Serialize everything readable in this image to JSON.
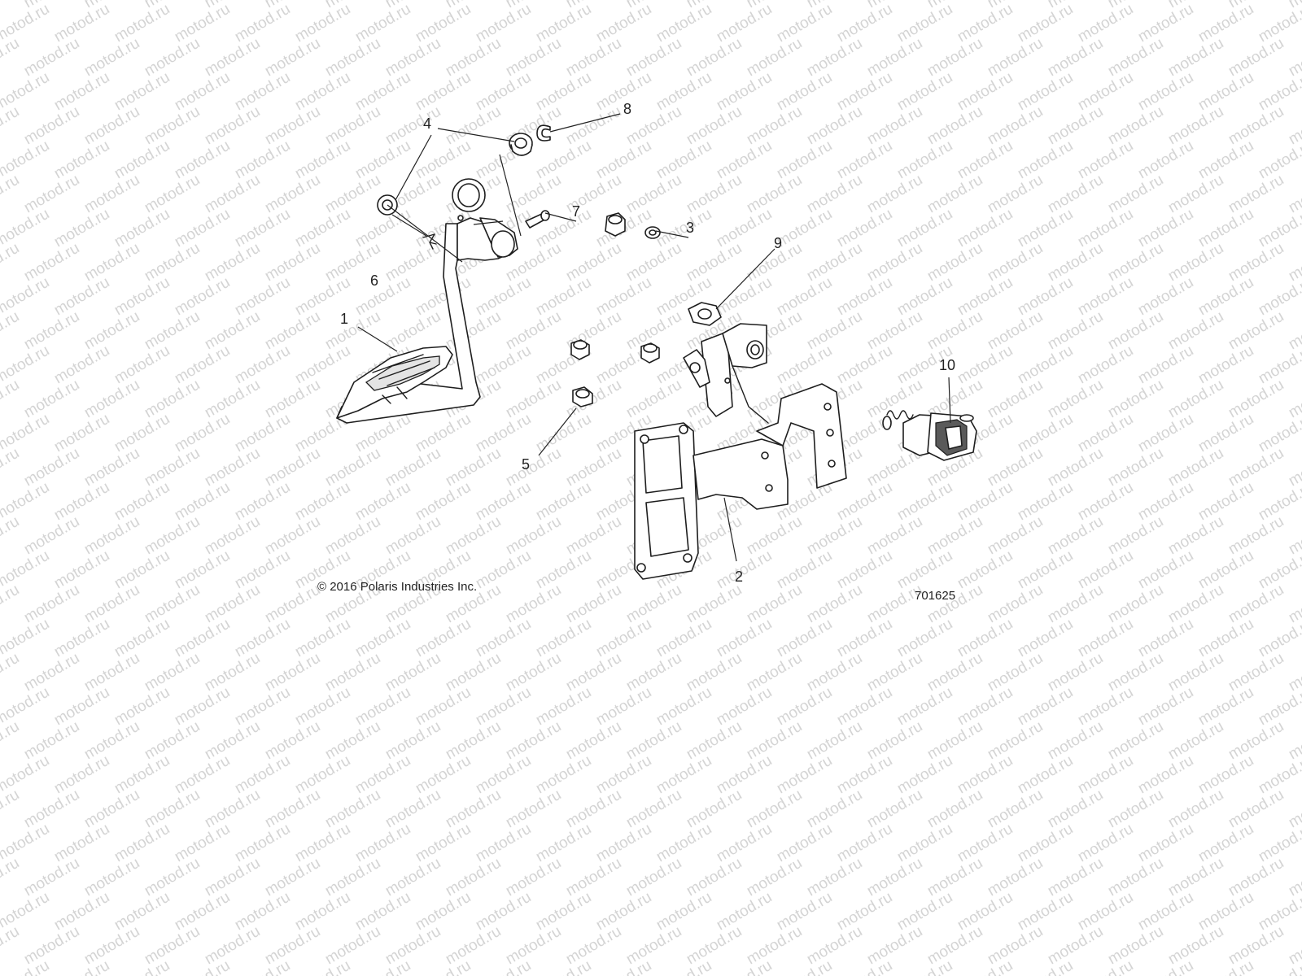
{
  "watermark": "motod.ru",
  "copyright": "© 2016 Polaris Industries Inc.",
  "diagram_number": "701625",
  "callouts": [
    "1",
    "2",
    "3",
    "4",
    "5",
    "6",
    "7",
    "8",
    "9",
    "10"
  ]
}
